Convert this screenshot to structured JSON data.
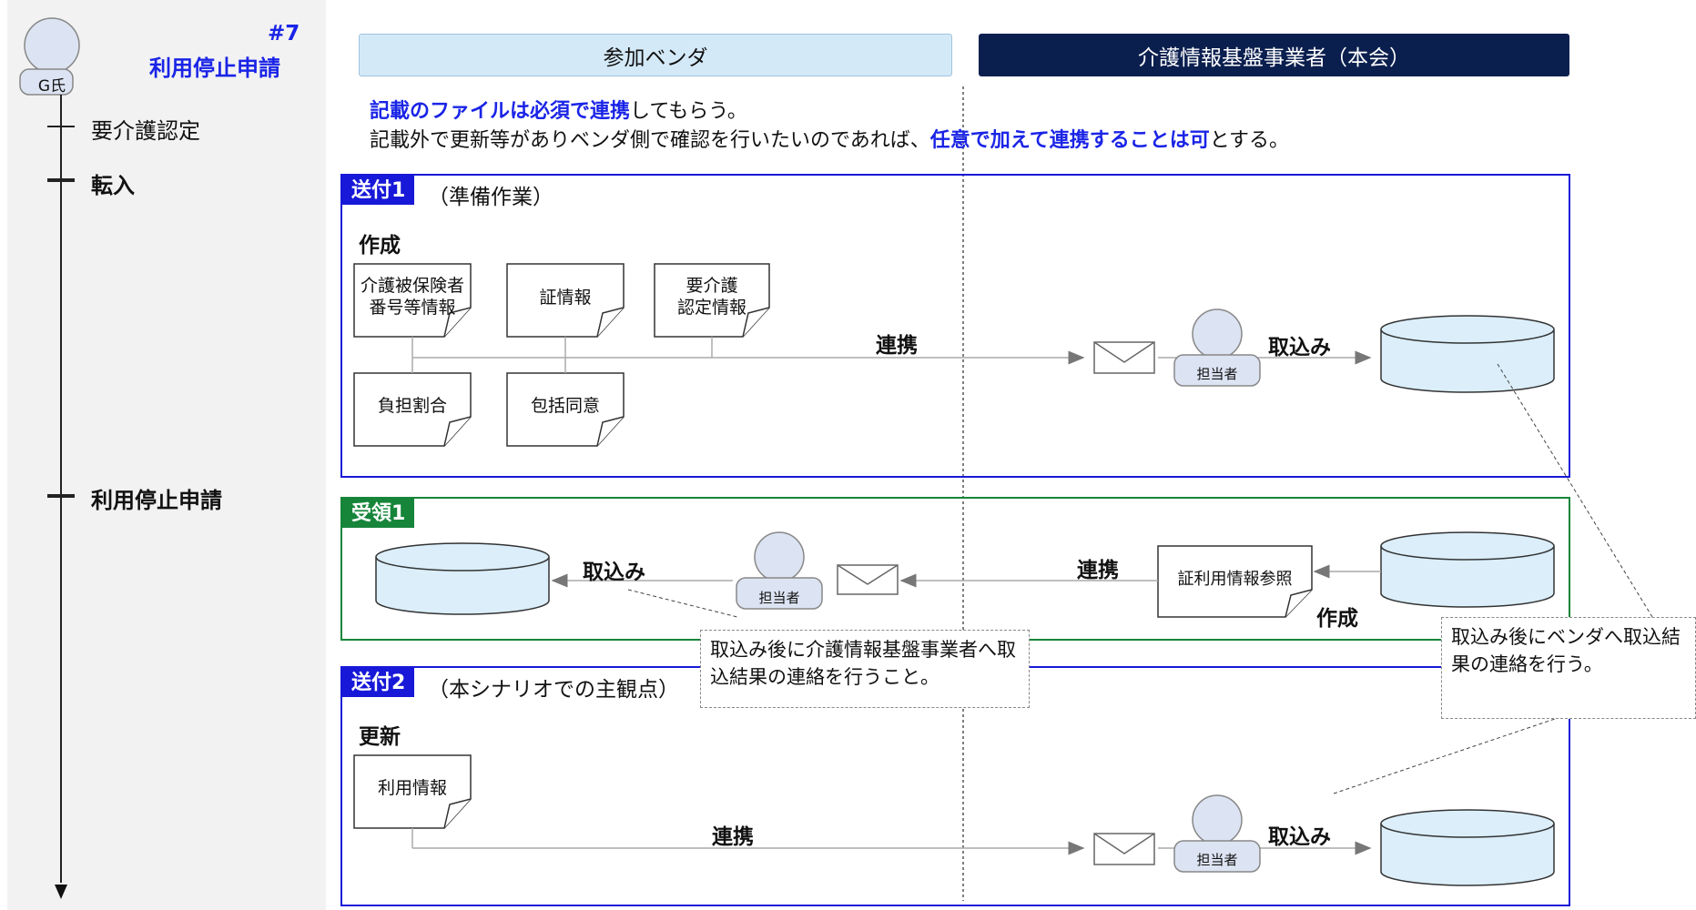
{
  "scenario": {
    "number": "#7",
    "title": "利用停止申請",
    "person": "G氏",
    "timeline": [
      {
        "label": "要介護認定",
        "bold": false
      },
      {
        "label": "転入",
        "bold": true
      },
      {
        "label": "利用停止申請",
        "bold": true
      }
    ]
  },
  "columns": {
    "vendor": "参加ベンダ",
    "central": "介護情報基盤事業者（本会）"
  },
  "intro": {
    "line1_em": "記載のファイルは必須で連携",
    "line1_rest": "してもらう。",
    "line2_pre": "記載外で更新等がありベンダ側で確認を行いたいのであれば、",
    "line2_em": "任意で加えて連携することは可",
    "line2_post": "とする。"
  },
  "send1": {
    "tag": "送付1",
    "subtitle": "（準備作業）",
    "action": "作成",
    "docs": [
      "介護被保険者\n番号等情報",
      "証情報",
      "要介護\n認定情報",
      "負担割合",
      "包括同意"
    ],
    "link_label": "連携",
    "staff": "担当者",
    "import_label": "取込み"
  },
  "receive1": {
    "tag": "受領1",
    "import_label": "取込み",
    "staff": "担当者",
    "link_label": "連携",
    "doc": "証利用情報参照",
    "action": "作成"
  },
  "send2": {
    "tag": "送付2",
    "subtitle": "（本シナリオでの主観点）",
    "action": "更新",
    "doc": "利用情報",
    "link_label": "連携",
    "staff": "担当者",
    "import_label": "取込み"
  },
  "notes": {
    "vendor_note": "取込み後に介護情報基盤事業者へ取込結果の連絡を行うこと。",
    "central_note": "取込み後にベンダへ取込結果の連絡を行う。"
  },
  "colors": {
    "send": "#1818d8",
    "receive": "#16853a",
    "central": "#0b1f4f",
    "vendor": "#d4e9f8",
    "db": "#dbeefa"
  }
}
